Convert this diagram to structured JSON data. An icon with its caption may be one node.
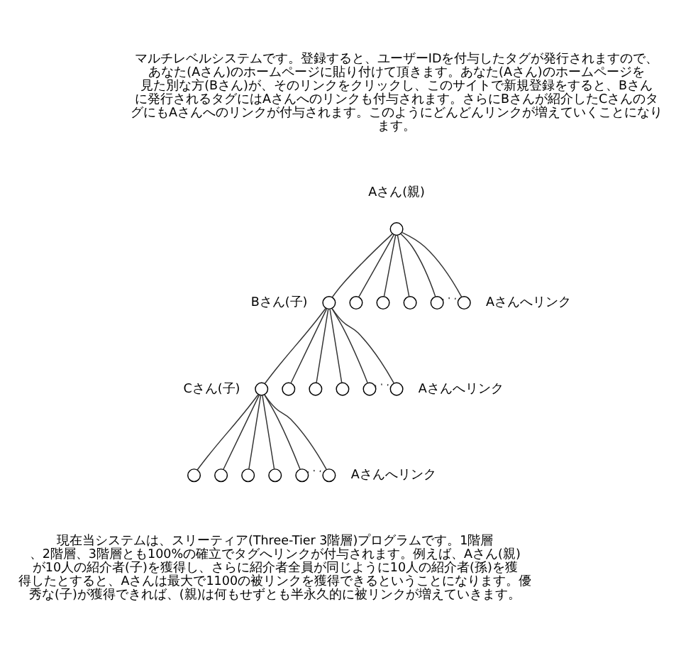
{
  "diagram": {
    "nodes": [
      {
        "text": [],
        "shape": "circle",
        "beside": [
          "Aさん(親)"
        ]
      },
      {
        "text": [],
        "shape": "circle",
        "beside": [
          "Bさん(子)"
        ]
      },
      {
        "text": [],
        "shape": "circle"
      },
      {
        "text": [],
        "shape": "circle"
      },
      {
        "text": [],
        "shape": "circle"
      },
      {
        "text": [],
        "shape": "circle"
      },
      {
        "text": [],
        "shape": "circle",
        "beside": [
          "Aさんへリンク"
        ]
      },
      {
        "text": [],
        "shape": "circle",
        "beside": [
          "Cさん(子)"
        ]
      },
      {
        "text": [],
        "shape": "circle"
      },
      {
        "text": [],
        "shape": "circle"
      },
      {
        "text": [],
        "shape": "circle"
      },
      {
        "text": [],
        "shape": "circle"
      },
      {
        "text": [],
        "shape": "circle",
        "beside": [
          "Aさんへリンク"
        ]
      },
      {
        "text": [],
        "shape": "circle"
      },
      {
        "text": [],
        "shape": "circle"
      },
      {
        "text": [],
        "shape": "circle"
      },
      {
        "text": [],
        "shape": "circle"
      },
      {
        "text": [],
        "shape": "circle"
      },
      {
        "text": [],
        "shape": "circle",
        "beside": [
          "Aさんへリンク"
        ]
      }
    ],
    "edges": [
      {
        "from": 0,
        "to": 1,
        "arrow": "none"
      },
      {
        "from": 0,
        "to": 2,
        "arrow": "none"
      },
      {
        "from": 0,
        "to": 3,
        "arrow": "none"
      },
      {
        "from": 0,
        "to": 4,
        "arrow": "none"
      },
      {
        "from": 0,
        "to": 5,
        "arrow": "none"
      },
      {
        "from": 0,
        "to": 6,
        "arrow": "none"
      },
      {
        "from": 5,
        "to": 6,
        "arrow": "none",
        "style": "dashed"
      },
      {
        "from": 1,
        "to": 7,
        "arrow": "none"
      },
      {
        "from": 1,
        "to": 8,
        "arrow": "none"
      },
      {
        "from": 1,
        "to": 9,
        "arrow": "none"
      },
      {
        "from": 1,
        "to": 10,
        "arrow": "none"
      },
      {
        "from": 1,
        "to": 11,
        "arrow": "none"
      },
      {
        "from": 1,
        "to": 12,
        "arrow": "none"
      },
      {
        "from": 11,
        "to": 12,
        "arrow": "none",
        "style": "dashed"
      },
      {
        "from": 7,
        "to": 13,
        "arrow": "none"
      },
      {
        "from": 7,
        "to": 14,
        "arrow": "none"
      },
      {
        "from": 7,
        "to": 15,
        "arrow": "none"
      },
      {
        "from": 7,
        "to": 16,
        "arrow": "none"
      },
      {
        "from": 7,
        "to": 17,
        "arrow": "none"
      },
      {
        "from": 7,
        "to": 18,
        "arrow": "none"
      },
      {
        "from": 17,
        "to": 18,
        "arrow": "none",
        "style": "dashed"
      }
    ],
    "labels": [
      "マルチレベルシステムです。登録すると、ユーザーIDを付与したタグが発行されますので、あなた(Aさん)のホームページに貼り付けて頂きます。あなた(Aさん)のホームページを見た別な方(Bさん)が、そのリンクをクリックし、このサイトで新規登録をすると、Bさんに発行されるタグにはAさんへのリンクも付与されます。さらにBさんが紹介したCさんのタグにもAさんへのリンクが付与されます。このようにどんどんリンクが増えていくことになります。",
      "現在当システムは、スリーティア(Three-Tier 3階層)プログラムです。1階層、2階層、3階層とも100%の確立でタグへリンクが付与されます。例えば、Aさん(親)が10人の紹介者(子)を獲得し、さらに紹介者全員が同じように10人の紹介者(孫)を獲得したとすると、Aさんは最大で1100の被リンクを獲得できるということになります。優秀な(子)が獲得できれば、(親)は何もせずとも半永久的に被リンクが増えていきます。"
    ]
  }
}
